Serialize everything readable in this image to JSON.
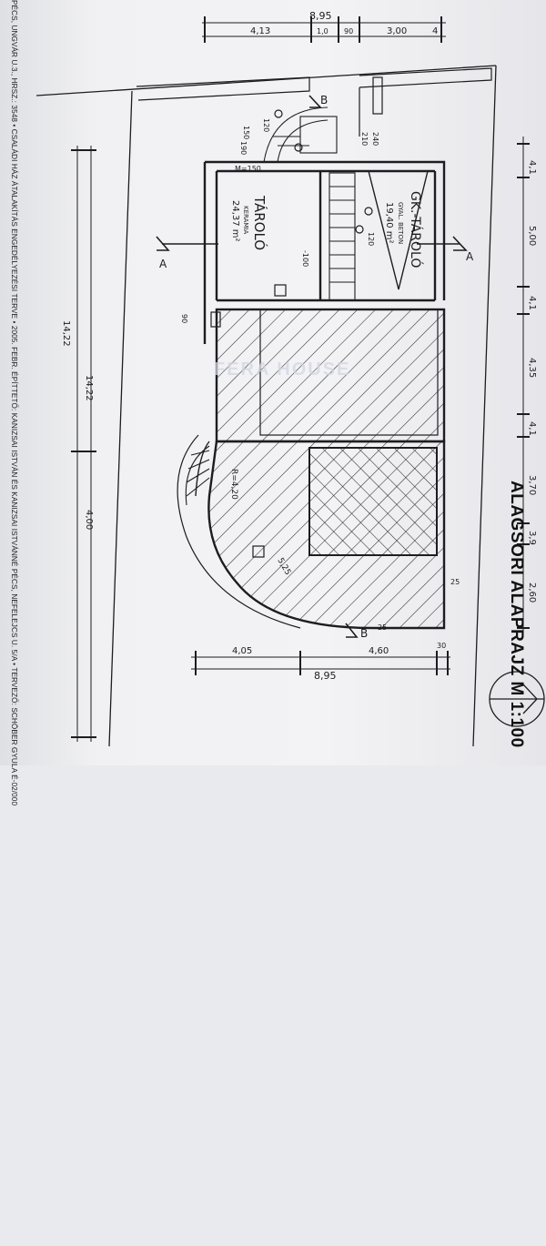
{
  "title": "ALAGSORI ALAPRAJZ M 1:100",
  "side_caption": "PÉCS, UNGVÁR U.3., HRSZ.: 3548 • CSALÁDI HÁZ ÁTALAKÍTÁS ENGEDÉLYEZÉSI TERVE • 2005. FEBR. ÉPÍTTETŐ: KANIZSAI ISTVÁN ÉS KANIZSAI ISTVÁNNÉ PÉCS, NEFELEJCS U. 5/A • TERVEZŐ: SCHÖBER GYULA É-02/000",
  "watermark": "FERA HOUSE",
  "rooms": [
    {
      "name": "TÁROLÓ",
      "sub": "KERAMIA",
      "area": "24,37 m²"
    },
    {
      "name": "GK.-TÁROLÓ",
      "sub": "GYAL. BETON",
      "area": "19,40 m²"
    }
  ],
  "section_marks": [
    "A",
    "A",
    "B",
    "B"
  ],
  "dims": {
    "top_total": "8,95",
    "top_parts": [
      "4,13",
      "1,0",
      "90",
      "3,00",
      "4"
    ],
    "left_total_1": "14,22",
    "left_total_2": "14,22",
    "left_bottom": "4,00",
    "right_parts": [
      "4,1",
      "5,00",
      "4,1",
      "4,35",
      "4,1",
      "3,70",
      "3,9",
      "2,60"
    ],
    "bottom_parts": [
      "4,05",
      "4,60",
      "30"
    ],
    "bottom_total": "8,95",
    "misc": [
      "120",
      "150",
      "190",
      "M=150",
      "90",
      "240",
      "210",
      "120",
      "R=4,20",
      "5,25",
      "25",
      "25",
      "-100"
    ]
  },
  "colors": {
    "line": "#1c1c22",
    "paper": "#f2f2f4"
  }
}
